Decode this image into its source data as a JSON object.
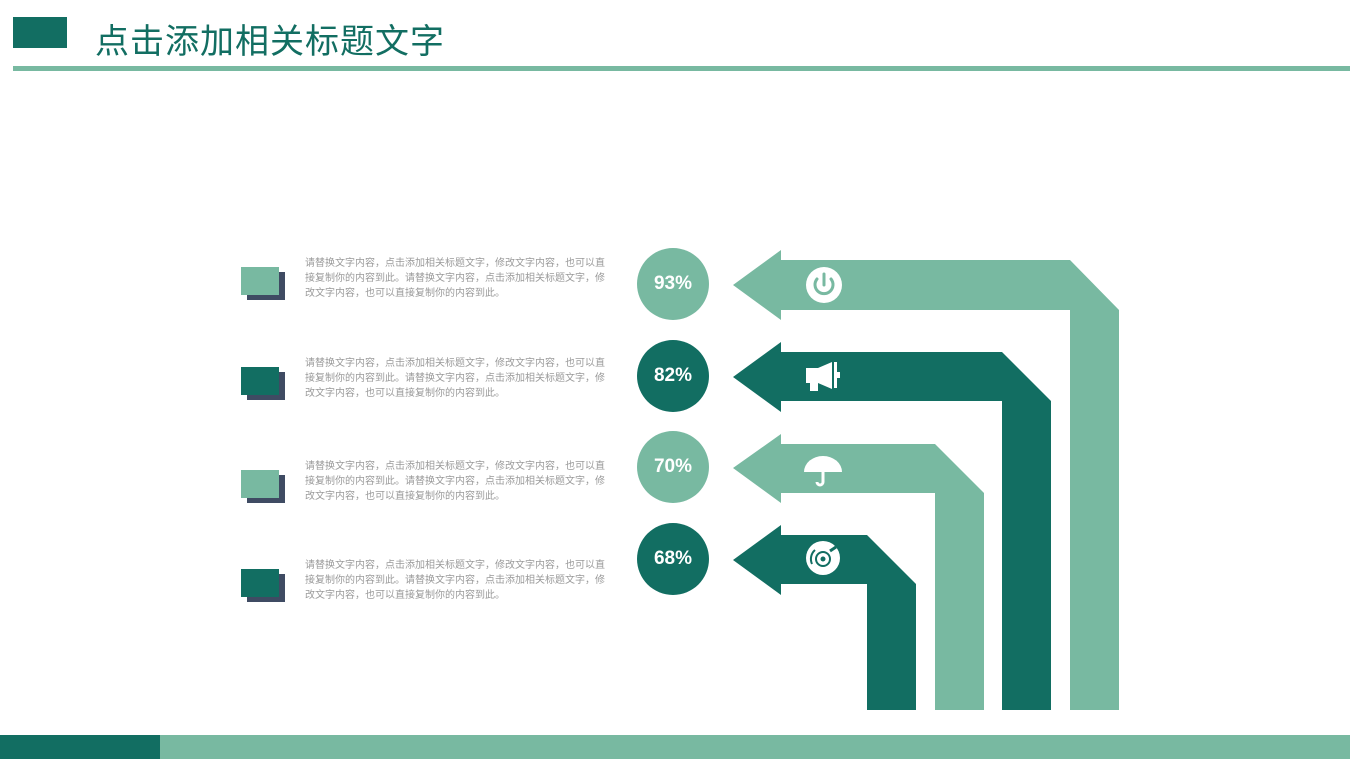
{
  "header": {
    "title": "点击添加相关标题文字"
  },
  "colors": {
    "light": "#78b9a1",
    "dark": "#126e62",
    "shadow": "#3f4b63"
  },
  "items": [
    {
      "percent": "93%",
      "icon": "power-icon",
      "color": "light",
      "text": "请替换文字内容，点击添加相关标题文字，修改文字内容，也可以直接复制你的内容到此。请替换文字内容，点击添加相关标题文字，修改文字内容，也可以直接复制你的内容到此。"
    },
    {
      "percent": "82%",
      "icon": "megaphone-icon",
      "color": "dark",
      "text": "请替换文字内容，点击添加相关标题文字，修改文字内容，也可以直接复制你的内容到此。请替换文字内容，点击添加相关标题文字，修改文字内容，也可以直接复制你的内容到此。"
    },
    {
      "percent": "70%",
      "icon": "umbrella-icon",
      "color": "light",
      "text": "请替换文字内容，点击添加相关标题文字，修改文字内容，也可以直接复制你的内容到此。请替换文字内容，点击添加相关标题文字，修改文字内容，也可以直接复制你的内容到此。"
    },
    {
      "percent": "68%",
      "icon": "disc-icon",
      "color": "dark",
      "text": "请替换文字内容，点击添加相关标题文字，修改文字内容，也可以直接复制你的内容到此。请替换文字内容，点击添加相关标题文字，修改文字内容，也可以直接复制你的内容到此。"
    }
  ]
}
